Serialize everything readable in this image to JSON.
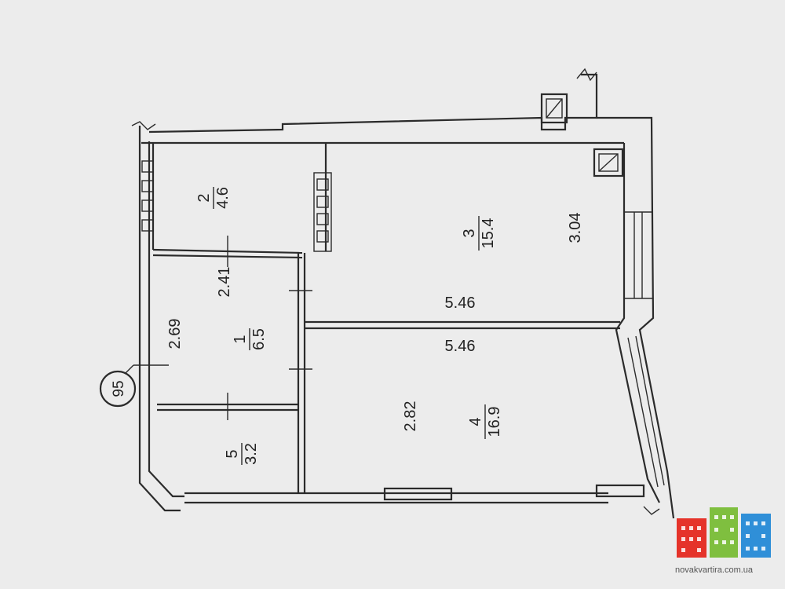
{
  "plan": {
    "rooms": [
      {
        "number": "1",
        "area": "6.5"
      },
      {
        "number": "2",
        "area": "4.6"
      },
      {
        "number": "3",
        "area": "15.4"
      },
      {
        "number": "4",
        "area": "16.9"
      },
      {
        "number": "5",
        "area": "3.2"
      }
    ],
    "dimensions": {
      "d1": "2.41",
      "d2": "2.69",
      "d3": "3.04",
      "d4": "5.46",
      "d5": "5.46",
      "d6": "2.82"
    },
    "axis_tag": "95"
  },
  "branding": {
    "watermark": "novakvartira.com.ua",
    "colors": {
      "red": "#e5332a",
      "green": "#7fbf3f",
      "blue": "#2f8fd8"
    }
  }
}
